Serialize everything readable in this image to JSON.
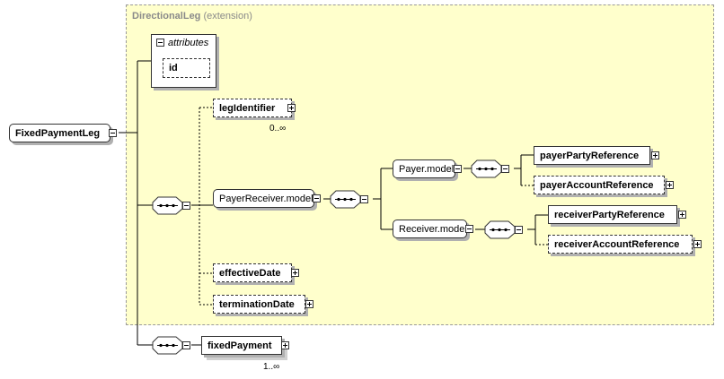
{
  "extension": {
    "name": "DirectionalLeg",
    "note": "(extension)"
  },
  "attributes": {
    "label": "attributes",
    "items": [
      "id"
    ]
  },
  "root": {
    "name": "FixedPaymentLeg"
  },
  "elements": {
    "legIdentifier": {
      "name": "legIdentifier",
      "occurs": "0..∞"
    },
    "payerReceiverModel": {
      "name": "PayerReceiver.model"
    },
    "payerModel": {
      "name": "Payer.model"
    },
    "receiverModel": {
      "name": "Receiver.model"
    },
    "payerPartyReference": {
      "name": "payerPartyReference"
    },
    "payerAccountReference": {
      "name": "payerAccountReference"
    },
    "receiverPartyReference": {
      "name": "receiverPartyReference"
    },
    "receiverAccountReference": {
      "name": "receiverAccountReference"
    },
    "effectiveDate": {
      "name": "effectiveDate"
    },
    "terminationDate": {
      "name": "terminationDate"
    },
    "fixedPayment": {
      "name": "fixedPayment",
      "occurs": "1..∞"
    }
  },
  "colors": {
    "extension_fill": "#ffffcc",
    "border": "#333333",
    "muted_text": "#8a8a8a"
  }
}
